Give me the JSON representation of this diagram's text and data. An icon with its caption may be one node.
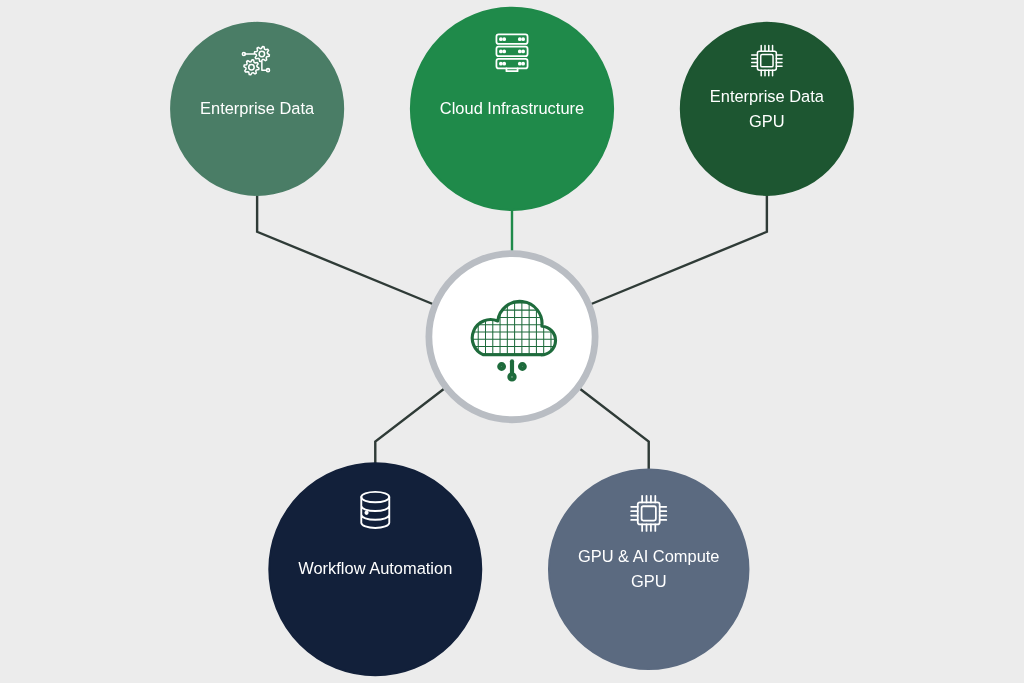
{
  "diagram": {
    "nodes": [
      {
        "text": [
          "Cloud Infrastructure"
        ]
      },
      {
        "text": [
          "Enterprise Data"
        ]
      },
      {
        "text": [
          "Enterprise Data",
          "GPU"
        ]
      },
      {
        "text": [],
        "shape": "circle"
      },
      {
        "text": [
          "Workflow Automation"
        ]
      },
      {
        "text": [
          "GPU & AI Compute",
          "GPU"
        ]
      }
    ],
    "edges": [
      {
        "from": 1,
        "to": 3,
        "arrow": "none"
      },
      {
        "from": 0,
        "to": 3,
        "arrow": "none",
        "color": "#1f8a4a"
      },
      {
        "from": 2,
        "to": 3,
        "arrow": "none"
      },
      {
        "from": 3,
        "to": 4,
        "arrow": "none"
      },
      {
        "from": 3,
        "to": 5,
        "arrow": "none"
      }
    ]
  }
}
